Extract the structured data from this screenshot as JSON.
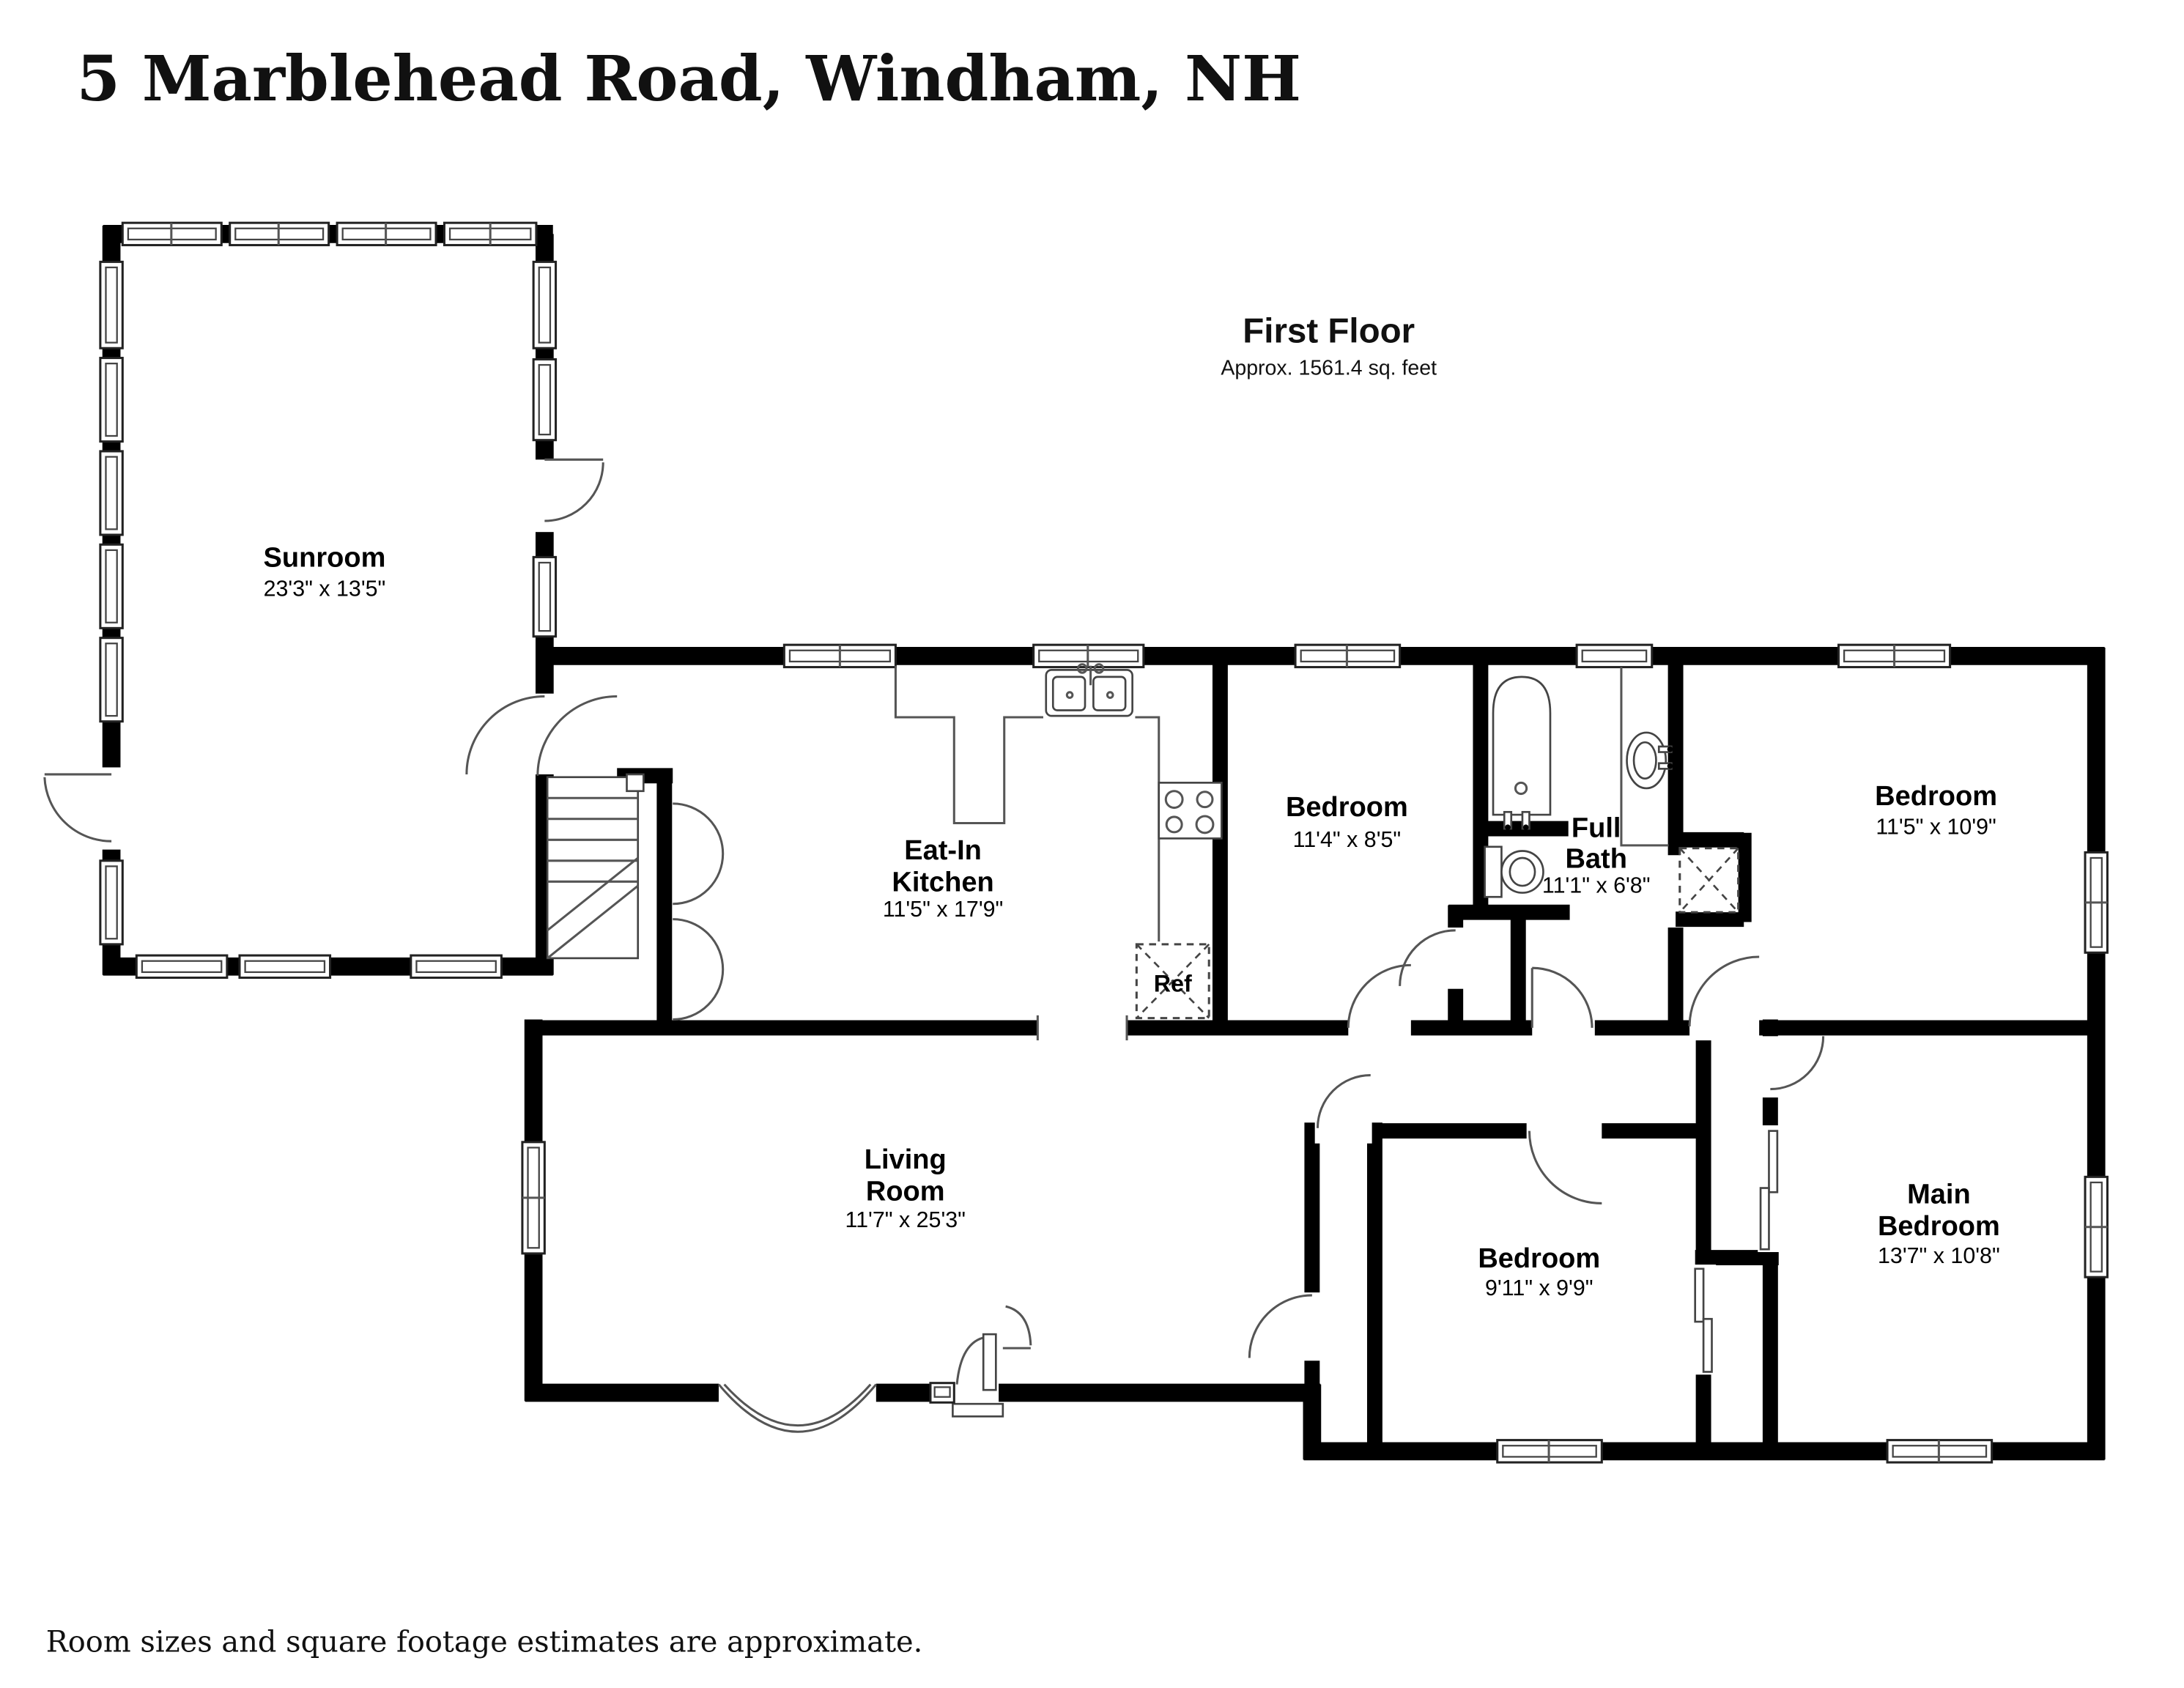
{
  "title": "5 Marblehead Road, Windham, NH",
  "floor": {
    "name": "First Floor",
    "area": "Approx. 1561.4 sq. feet"
  },
  "footer": "Room sizes and square footage estimates are approximate.",
  "rooms": [
    {
      "id": "sunroom",
      "lines": [
        "Sunroom"
      ],
      "dims": "23'3\" x 13'5\""
    },
    {
      "id": "eat-in-kitchen",
      "lines": [
        "Eat-In",
        "Kitchen"
      ],
      "dims": "11'5\" x 17'9\""
    },
    {
      "id": "bedroom-north",
      "lines": [
        "Bedroom"
      ],
      "dims": "11'4\" x 8'5\""
    },
    {
      "id": "full-bath",
      "lines": [
        "Full",
        "Bath"
      ],
      "dims": "11'1\" x 6'8\""
    },
    {
      "id": "bedroom-northeast",
      "lines": [
        "Bedroom"
      ],
      "dims": "11'5\" x 10'9\""
    },
    {
      "id": "living-room",
      "lines": [
        "Living",
        "Room"
      ],
      "dims": "11'7\" x 25'3\""
    },
    {
      "id": "bedroom-south",
      "lines": [
        "Bedroom"
      ],
      "dims": "9'11\" x 9'9\""
    },
    {
      "id": "main-bedroom",
      "lines": [
        "Main",
        "Bedroom"
      ],
      "dims": "13'7\" x 10'8\""
    }
  ],
  "fixtures": {
    "refrigerator": "Ref"
  },
  "colors": {
    "wall": "#000000",
    "thin_line": "#555555",
    "background": "#ffffff",
    "text": "#000000"
  }
}
